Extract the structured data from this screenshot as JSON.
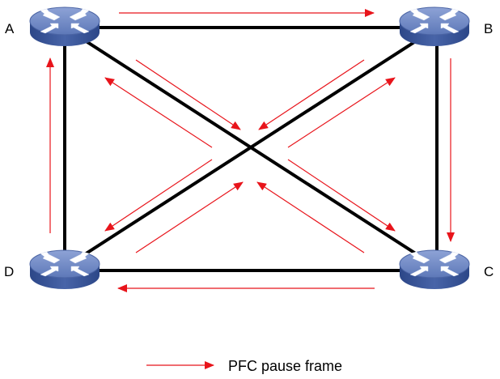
{
  "nodes": [
    {
      "id": "A",
      "label": "A"
    },
    {
      "id": "B",
      "label": "B"
    },
    {
      "id": "C",
      "label": "C"
    },
    {
      "id": "D",
      "label": "D"
    }
  ],
  "links": [
    {
      "from": "A",
      "to": "B"
    },
    {
      "from": "B",
      "to": "C"
    },
    {
      "from": "C",
      "to": "D"
    },
    {
      "from": "D",
      "to": "A"
    },
    {
      "from": "A",
      "to": "C"
    },
    {
      "from": "B",
      "to": "D"
    }
  ],
  "legend": {
    "label": "PFC pause frame"
  },
  "colors": {
    "link": "#000000",
    "arrow": "#e8141b",
    "switch_top": "#6c86c2",
    "switch_side": "#35529a"
  },
  "icons": {
    "switch": "network-switch-icon",
    "arrow": "pfc-pause-arrow-icon"
  }
}
